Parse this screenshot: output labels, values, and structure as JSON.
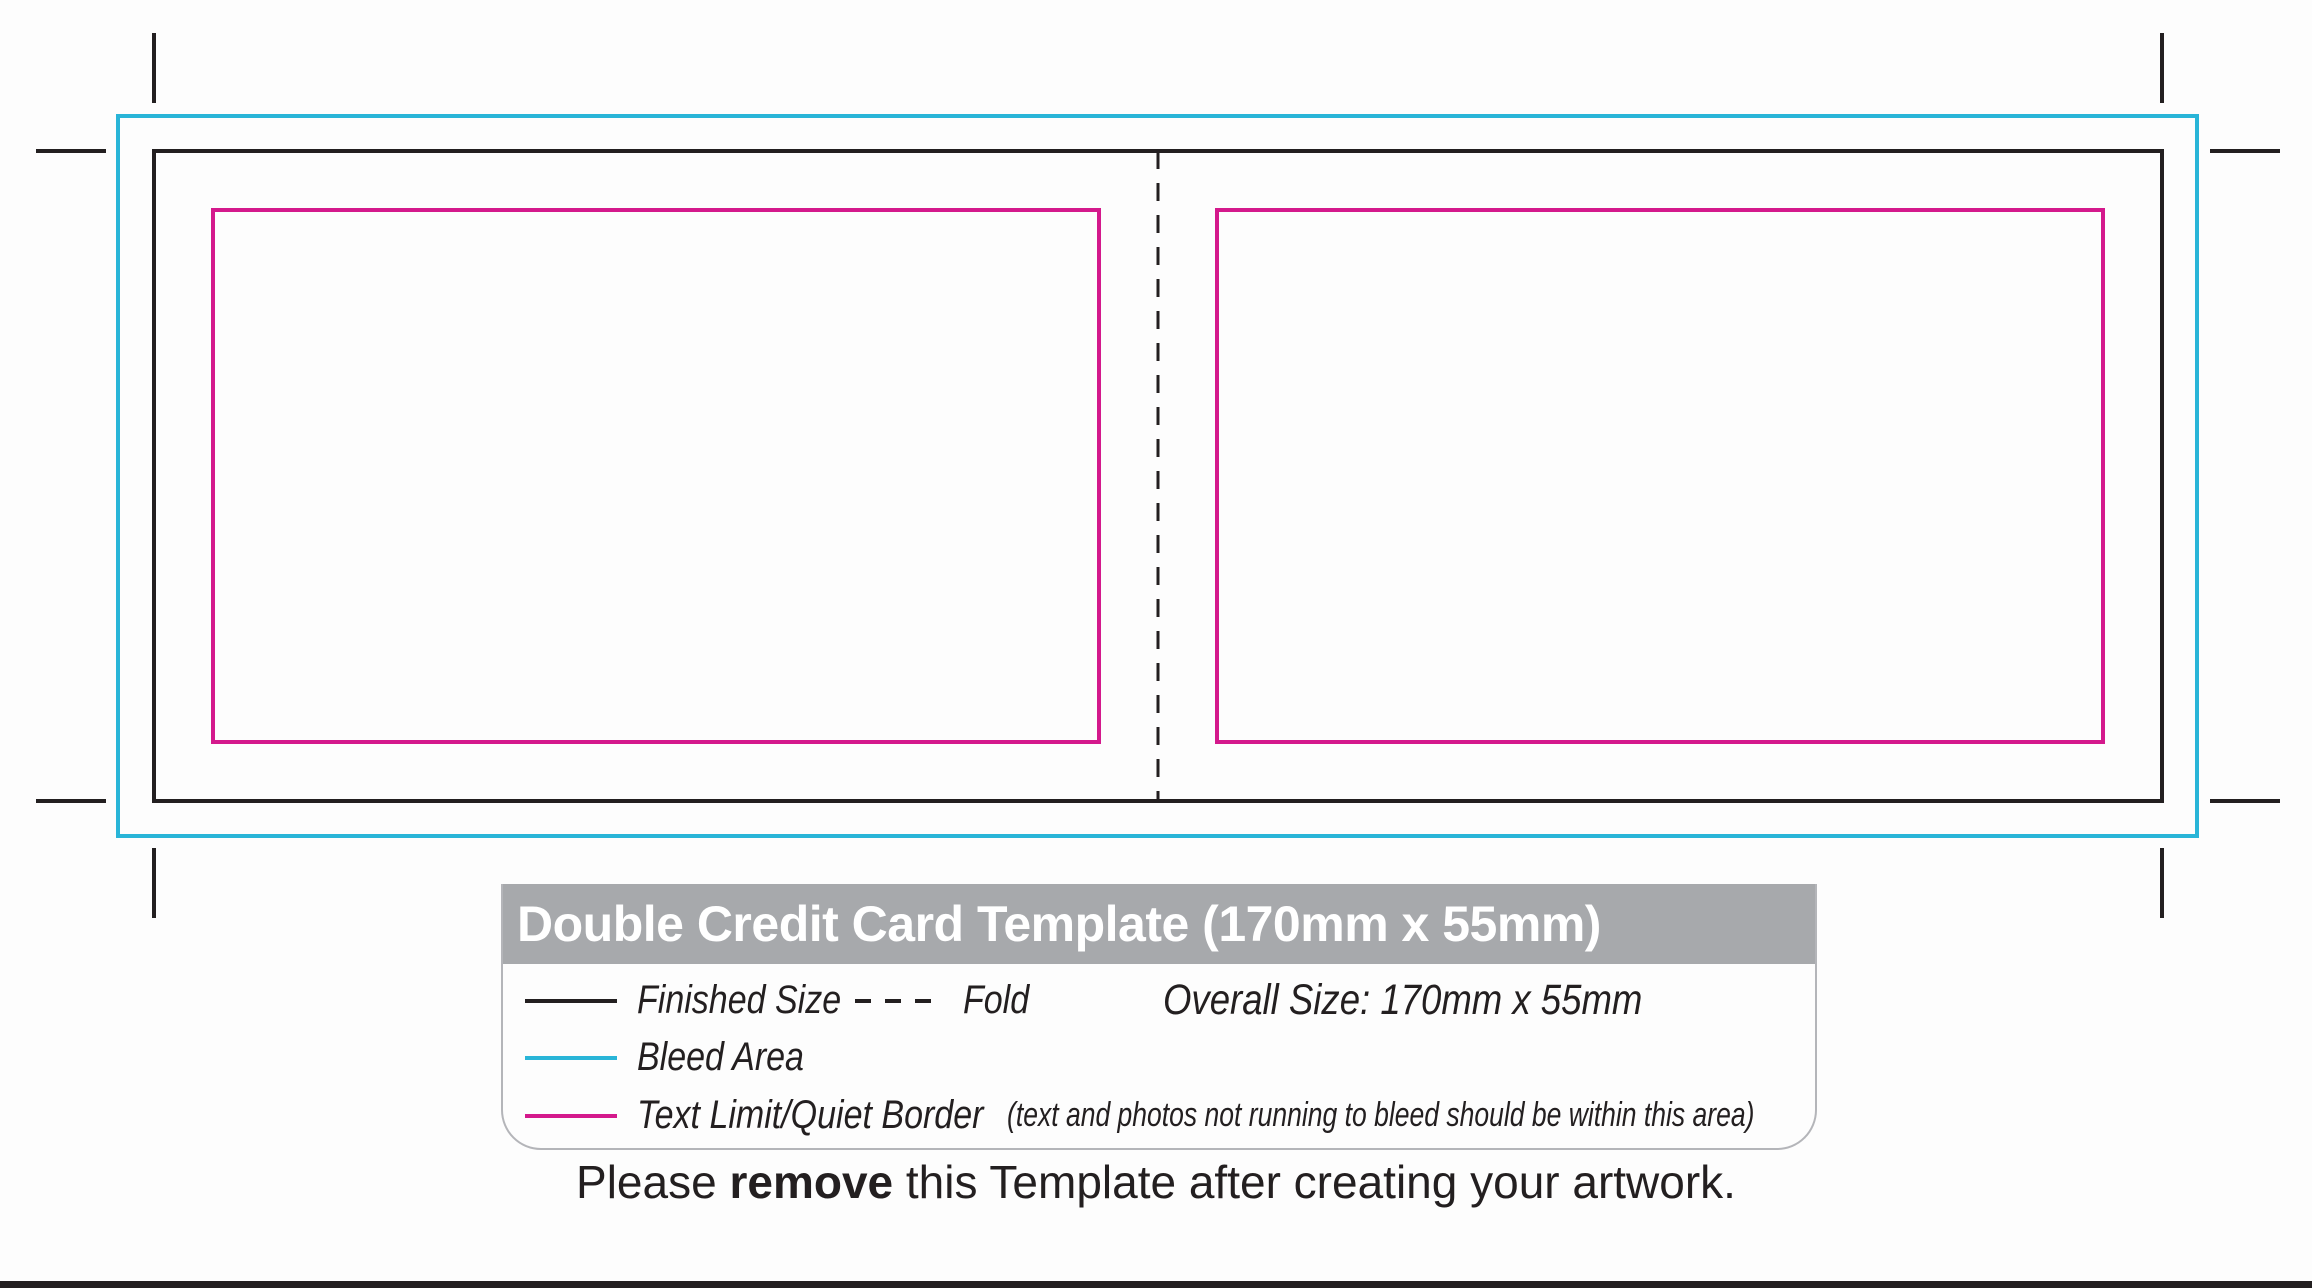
{
  "colors": {
    "finished_size": "#231f20",
    "bleed_area": "#29b5d8",
    "text_limit": "#d4198c",
    "header_bg": "#a7a9ac"
  },
  "legend": {
    "title": "Double Credit Card Template (170mm x 55mm)",
    "finished_size": "Finished Size",
    "fold": "Fold",
    "overall_size": "Overall Size: 170mm x 55mm",
    "bleed_area": "Bleed Area",
    "text_limit": "Text Limit/Quiet Border",
    "text_limit_note": "(text and photos not running to bleed should be within this area)"
  },
  "footer": {
    "before": "Please ",
    "bold": "remove",
    "after": " this Template after creating your artwork."
  }
}
